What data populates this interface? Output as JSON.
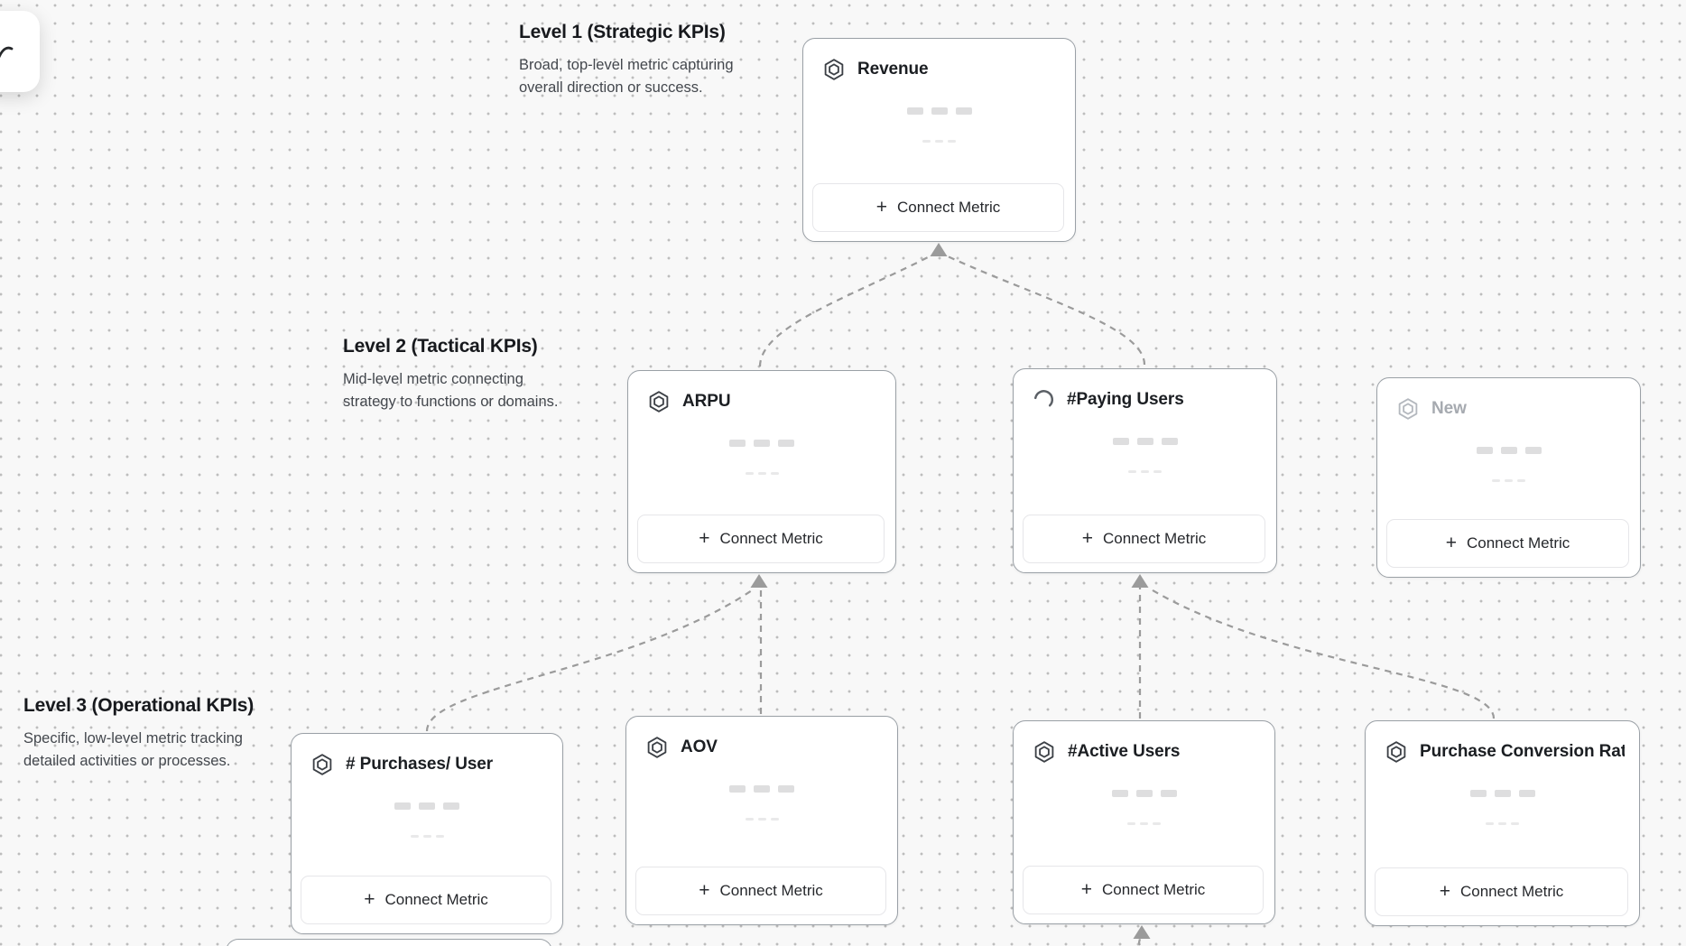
{
  "canvas": {
    "background": "#f8f8f8",
    "dot_color": "#bdbdbd"
  },
  "colors": {
    "card_border": "#9aa0a6",
    "button_border": "#e6e6e9",
    "connector": "#9b9b9b",
    "muted_text": "#a6aab0",
    "title_text": "#1b1e22"
  },
  "sections": [
    {
      "title": "Level 1 (Strategic KPIs)",
      "description": "Broad, top-level metric capturing overall direction or success."
    },
    {
      "title": "Level 2 (Tactical KPIs)",
      "description": "Mid-level metric connecting strategy to functions or domains."
    },
    {
      "title": "Level 3 (Operational KPIs)",
      "description": "Specific, low-level metric tracking detailed activities or processes."
    }
  ],
  "labels": {
    "connect_metric": "Connect Metric",
    "plus": "+"
  },
  "cards": [
    {
      "title": "Revenue",
      "level": 1,
      "icon": "hexagon-metric-icon",
      "state": "default"
    },
    {
      "title": "ARPU",
      "level": 2,
      "icon": "hexagon-metric-icon",
      "state": "default"
    },
    {
      "title": "#Paying Users",
      "level": 2,
      "icon": "spinner-icon",
      "state": "loading"
    },
    {
      "title": "New",
      "level": 2,
      "icon": "hexagon-metric-icon",
      "state": "new-unsaved"
    },
    {
      "title": "# Purchases/ User",
      "level": 3,
      "icon": "hexagon-metric-icon",
      "state": "default"
    },
    {
      "title": "AOV",
      "level": 3,
      "icon": "hexagon-metric-icon",
      "state": "default"
    },
    {
      "title": "#Active Users",
      "level": 3,
      "icon": "hexagon-metric-icon",
      "state": "default"
    },
    {
      "title": "Purchase Conversion Rate",
      "level": 3,
      "icon": "hexagon-metric-icon",
      "state": "default"
    }
  ]
}
